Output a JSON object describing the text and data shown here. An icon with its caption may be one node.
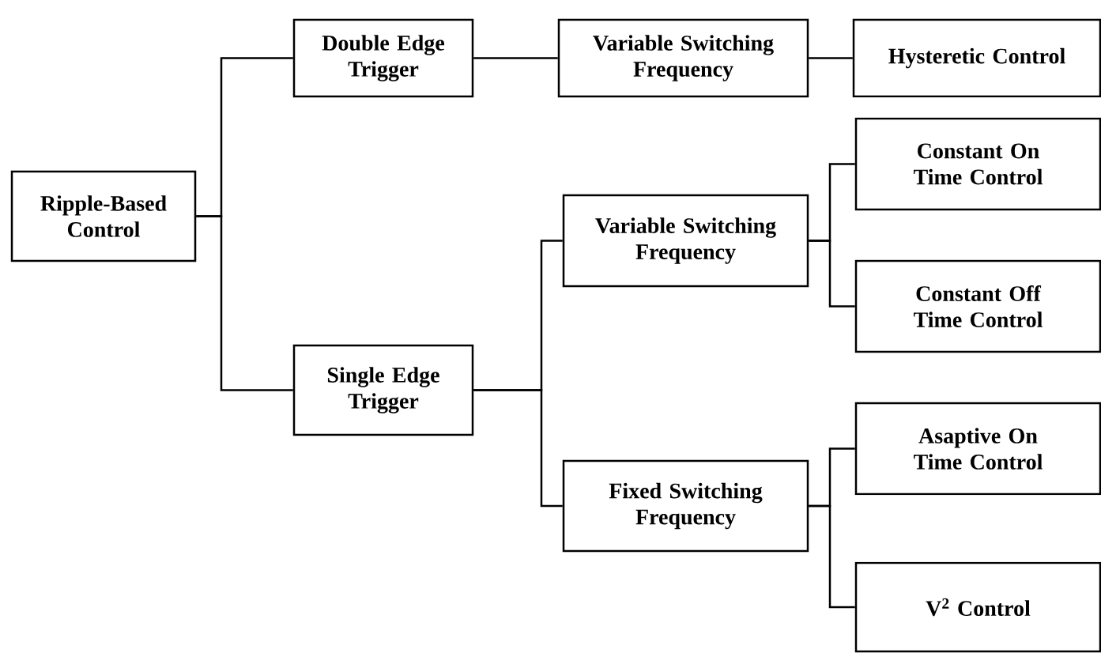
{
  "diagram": {
    "nodes": [
      {
        "text": [
          "Ripple-Based Control"
        ]
      },
      {
        "text": [
          "Double Edge Trigger"
        ]
      },
      {
        "text": [
          "Variable Switching Frequency"
        ]
      },
      {
        "text": [
          "Hysteretic Control"
        ]
      },
      {
        "text": [
          "Single Edge Trigger"
        ]
      },
      {
        "text": [
          "Variable Switching Frequency"
        ]
      },
      {
        "text": [
          "Constant On Time Control"
        ]
      },
      {
        "text": [
          "Constant Off Time Control"
        ]
      },
      {
        "text": [
          "Fixed Switching Frequency"
        ]
      },
      {
        "text": [
          "Asaptive On Time Control"
        ]
      },
      {
        "text": [
          "V$^{2}$ Control"
        ]
      }
    ],
    "edges": [
      {
        "from": 0,
        "to": 1,
        "arrow": "none"
      },
      {
        "from": 0,
        "to": 4,
        "arrow": "none"
      },
      {
        "from": 1,
        "to": 2,
        "arrow": "none"
      },
      {
        "from": 2,
        "to": 3,
        "arrow": "none"
      },
      {
        "from": 4,
        "to": 5,
        "arrow": "none"
      },
      {
        "from": 4,
        "to": 8,
        "arrow": "none"
      },
      {
        "from": 5,
        "to": 6,
        "arrow": "none"
      },
      {
        "from": 5,
        "to": 7,
        "arrow": "none"
      },
      {
        "from": 8,
        "to": 9,
        "arrow": "none"
      },
      {
        "from": 8,
        "to": 10,
        "arrow": "none"
      }
    ]
  }
}
